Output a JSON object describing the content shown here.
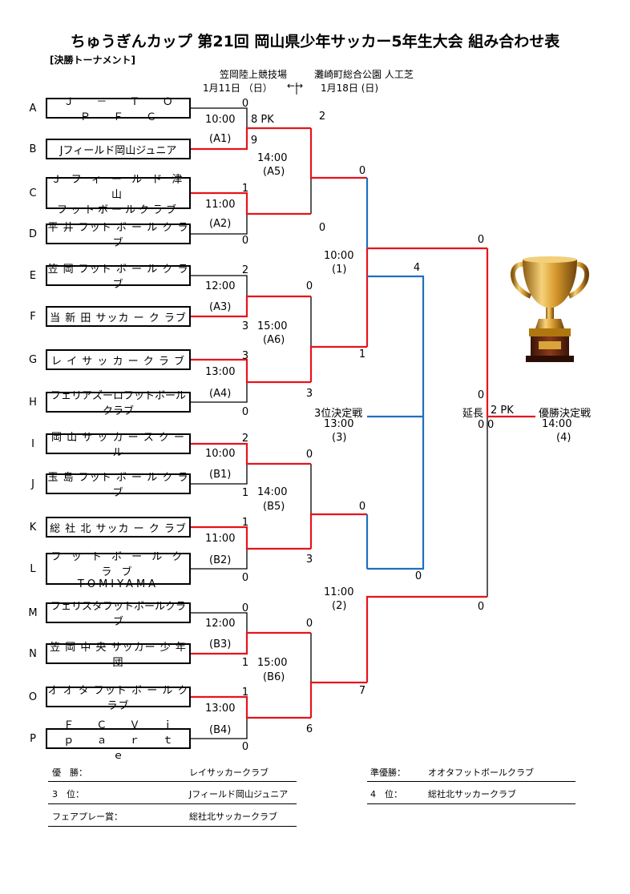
{
  "title": "ちゅうぎんカップ 第21回 岡山県少年サッカー5年生大会 組み合わせ表",
  "subtitle": "[決勝トーナメント]",
  "venue_left": "笠岡陸上競技場",
  "venue_right": "灘崎町総合公園 人工芝",
  "date_left": "1月11日 （日）",
  "date_arrow": "←→",
  "date_right": "1月18日 (日)",
  "teams": [
    {
      "letter": "A",
      "name": "Ｊ － Ｔ Ｏ Ｐ Ｆ Ｃ",
      "line2": ""
    },
    {
      "letter": "B",
      "name": "Jフィールド岡山ジュニア",
      "line2": ""
    },
    {
      "letter": "C",
      "name": "Ｊ フ ィ ー ル ド 津 山",
      "line2": "フットボールクラブ"
    },
    {
      "letter": "D",
      "name": "平 井 フット ボ ー ル ク ラブ",
      "line2": ""
    },
    {
      "letter": "E",
      "name": "笠 岡 フット ボ ー ル ク ラブ",
      "line2": ""
    },
    {
      "letter": "F",
      "name": "当 新 田 サッカ ー ク ラブ",
      "line2": ""
    },
    {
      "letter": "G",
      "name": "レ イ サ ッ カ ー ク ラ ブ",
      "line2": ""
    },
    {
      "letter": "H",
      "name": "フェリアズーロフットボールクラブ",
      "line2": ""
    },
    {
      "letter": "I",
      "name": "岡 山 サ ッ カ ー ス ク ー ル",
      "line2": ""
    },
    {
      "letter": "J",
      "name": "玉 島 フット ボ ー ル ク ラブ",
      "line2": ""
    },
    {
      "letter": "K",
      "name": "総 社 北 サッカ ー ク ラブ",
      "line2": ""
    },
    {
      "letter": "L",
      "name": "フ ッ ト ボ ー ル ク ラ ブ",
      "line2": "TOMIYAMA"
    },
    {
      "letter": "M",
      "name": "フェリスタフットボールクラブ",
      "line2": ""
    },
    {
      "letter": "N",
      "name": "笠 岡 中 央 サッカー 少 年 団",
      "line2": ""
    },
    {
      "letter": "O",
      "name": "オ オ タ フット ボ ー ル ク ラブ",
      "line2": ""
    },
    {
      "letter": "P",
      "name": "Ｆ Ｃ Ｖ ｉ ｐ ａ ｒ ｔ ｅ",
      "line2": ""
    }
  ],
  "r1_scores": [
    "0",
    "9",
    "1",
    "0",
    "2",
    "3",
    "3",
    "0",
    "2",
    "1",
    "1",
    "0",
    "0",
    "1",
    "1",
    "0"
  ],
  "r1_pk": "8 PK",
  "r1_times": [
    "10:00",
    "11:00",
    "12:00",
    "13:00",
    "10:00",
    "11:00",
    "12:00",
    "13:00"
  ],
  "r1_codes": [
    "(A1)",
    "(A2)",
    "(A3)",
    "(A4)",
    "(B1)",
    "(B2)",
    "(B3)",
    "(B4)"
  ],
  "qf_scores": [
    "2",
    "0",
    "0",
    "3",
    "0",
    "3",
    "0",
    "6"
  ],
  "qf_times": [
    "14:00",
    "15:00",
    "14:00",
    "15:00"
  ],
  "qf_codes": [
    "(A5)",
    "(A6)",
    "(B5)",
    "(B6)"
  ],
  "sf_scores": [
    "0",
    "1",
    "0",
    "7"
  ],
  "sf_times": [
    "10:00",
    "11:00"
  ],
  "sf_codes": [
    "(1)",
    "(2)"
  ],
  "third": {
    "top": "4",
    "bottom": "0",
    "label": "3位決定戦",
    "time": "13:00",
    "code": "(3)"
  },
  "final": {
    "top": "0",
    "bottom": "0",
    "extra_top": "0",
    "et_label": "延長",
    "pk": "2 PK",
    "pk_left": "0",
    "pk_right": "0",
    "label": "優勝決定戦",
    "time": "14:00",
    "code": "(4)"
  },
  "results": {
    "champion_label": "優　勝：",
    "champion": "レイサッカークラブ",
    "runner_label": "準優勝：",
    "runner": "オオタフットボールクラブ",
    "third_label": "3　位：",
    "third": "Jフィールド岡山ジュニア",
    "fourth_label": "4　位：",
    "fourth": "総社北サッカークラブ",
    "fair_label": "フェアプレー賞：",
    "fair": "総社北サッカークラブ"
  },
  "colors": {
    "win": "#e8131b",
    "third": "#1f6fc0",
    "line": "#000000"
  },
  "trophy_icon": "trophy-icon"
}
